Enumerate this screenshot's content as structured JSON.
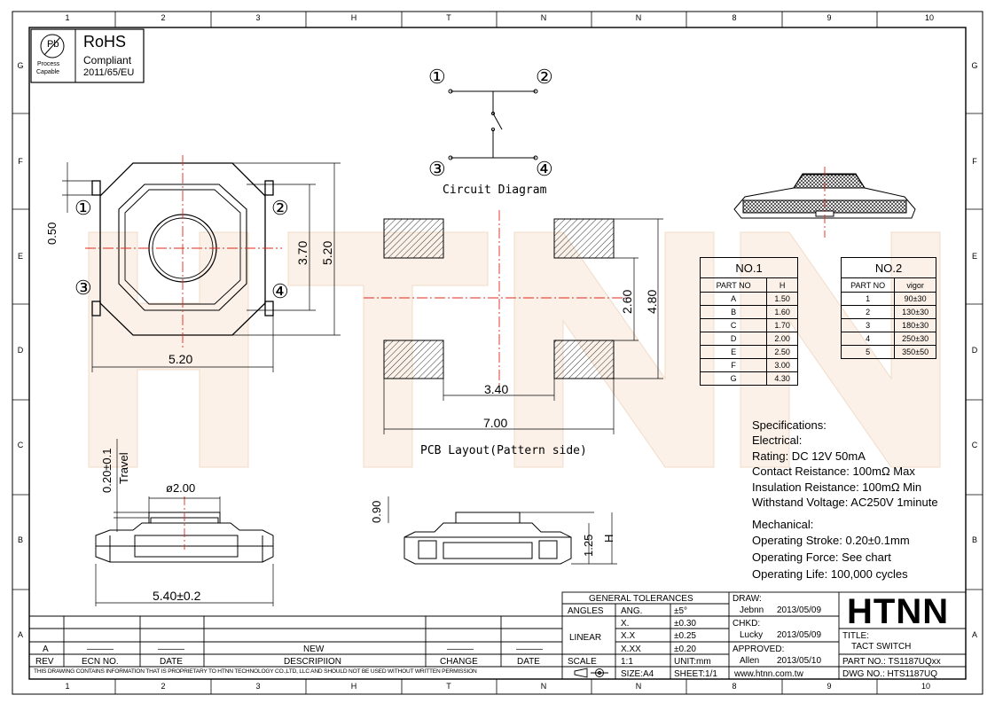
{
  "frame": {
    "col_labels": [
      "1",
      "2",
      "3",
      "H",
      "T",
      "N",
      "N",
      "8",
      "9",
      "10"
    ],
    "row_labels": [
      "G",
      "F",
      "E",
      "D",
      "C",
      "B",
      "A"
    ]
  },
  "rohs": {
    "pb_symbol": "Pb",
    "pb_caption_1": "Process",
    "pb_caption_2": "Capable",
    "title": "RoHS",
    "line1": "Compliant",
    "line2": "2011/65/EU"
  },
  "watermark": "HTNN",
  "circuit": {
    "title": "Circuit Diagram",
    "pins": [
      "①",
      "②",
      "③",
      "④"
    ]
  },
  "top_view": {
    "pins": [
      "①",
      "②",
      "③",
      "④"
    ],
    "dims": {
      "pin_width": "0.50",
      "inner": "3.70",
      "outer": "5.20",
      "width": "5.20"
    }
  },
  "pcb": {
    "title": "PCB Layout(Pattern side)",
    "dims": {
      "inner_gap": "3.40",
      "outer": "7.00",
      "pad_gap": "2.60",
      "pad_span": "4.80"
    }
  },
  "side_view_left": {
    "travel_dim": "0.20±0.1",
    "travel_label": "Travel",
    "diameter": "ø2.00",
    "width": "5.40±0.2"
  },
  "side_view_right": {
    "cap_dim": "0.90",
    "body_dim": "1.25",
    "h_label": "H"
  },
  "table_no1": {
    "title": "NO.1",
    "headers": [
      "PART NO",
      "H"
    ],
    "rows": [
      [
        "A",
        "1.50"
      ],
      [
        "B",
        "1.60"
      ],
      [
        "C",
        "1.70"
      ],
      [
        "D",
        "2.00"
      ],
      [
        "E",
        "2.50"
      ],
      [
        "F",
        "3.00"
      ],
      [
        "G",
        "4.30"
      ]
    ]
  },
  "table_no2": {
    "title": "NO.2",
    "headers": [
      "PART NO",
      "vigor"
    ],
    "rows": [
      [
        "1",
        "90±30"
      ],
      [
        "2",
        "130±30"
      ],
      [
        "3",
        "180±30"
      ],
      [
        "4",
        "250±30"
      ],
      [
        "5",
        "350±50"
      ]
    ]
  },
  "specs": {
    "heading": "Specifications:",
    "electrical": "Electrical:",
    "rating": "Rating: DC 12V 50mA",
    "contact": "Contact Reistance: 100mΩ Max",
    "insulation": "Insulation Reistance: 100mΩ Min",
    "withstand": "Withstand Voltage: AC250V 1minute",
    "mechanical": "Mechanical:",
    "stroke": "Operating Stroke: 0.20±0.1mm",
    "force": "Operating Force: See chart",
    "life": "Operating Life: 100,000 cycles"
  },
  "title_block": {
    "gen_tol": "GENERAL TOLERANCES",
    "angles": "ANGLES",
    "ang": "ANG.",
    "ang_tol": "±5°",
    "linear": "LINEAR",
    "x1": "X.",
    "x1_tol": "±0.30",
    "x2": "X.X",
    "x2_tol": "±0.25",
    "x3": "X.XX",
    "x3_tol": "±0.20",
    "scale": "SCALE",
    "scale_val": "1:1",
    "unit": "UNIT:mm",
    "size": "SIZE:A4",
    "sheet": "SHEET:1/1",
    "draw": "DRAW:",
    "draw_name": "Jebnn",
    "draw_date": "2013/05/09",
    "chkd": "CHKD:",
    "chkd_name": "Lucky",
    "chkd_date": "2013/05/09",
    "approved": "APPROVED:",
    "approved_name": "Allen",
    "approved_date": "2013/05/10",
    "website": "www.htnn.com.tw",
    "logo": "HTNN",
    "title_label": "TITLE:",
    "title_value": "TACT SWITCH",
    "part_no": "PART NO.: TS1187UQxx",
    "dwg_no": "DWG NO.: HTS1187UQ"
  },
  "revision": {
    "rev_letter": "A",
    "dash1": "———",
    "dash2": "———",
    "new": "NEW",
    "dash3": "———",
    "dash4": "———",
    "headers": [
      "REV",
      "ECN NO.",
      "DATE",
      "DESCRIPIION",
      "CHANGE",
      "DATE"
    ],
    "notice": "THIS DRAWING CONTAINS INFORMATION THAT IS PROPRIETARY TO HTNN TECHNOLOGY CO.,LTD, LLC AND SHOULD NOT BE USED WITHOUT WRITTEN PERMISSION"
  }
}
